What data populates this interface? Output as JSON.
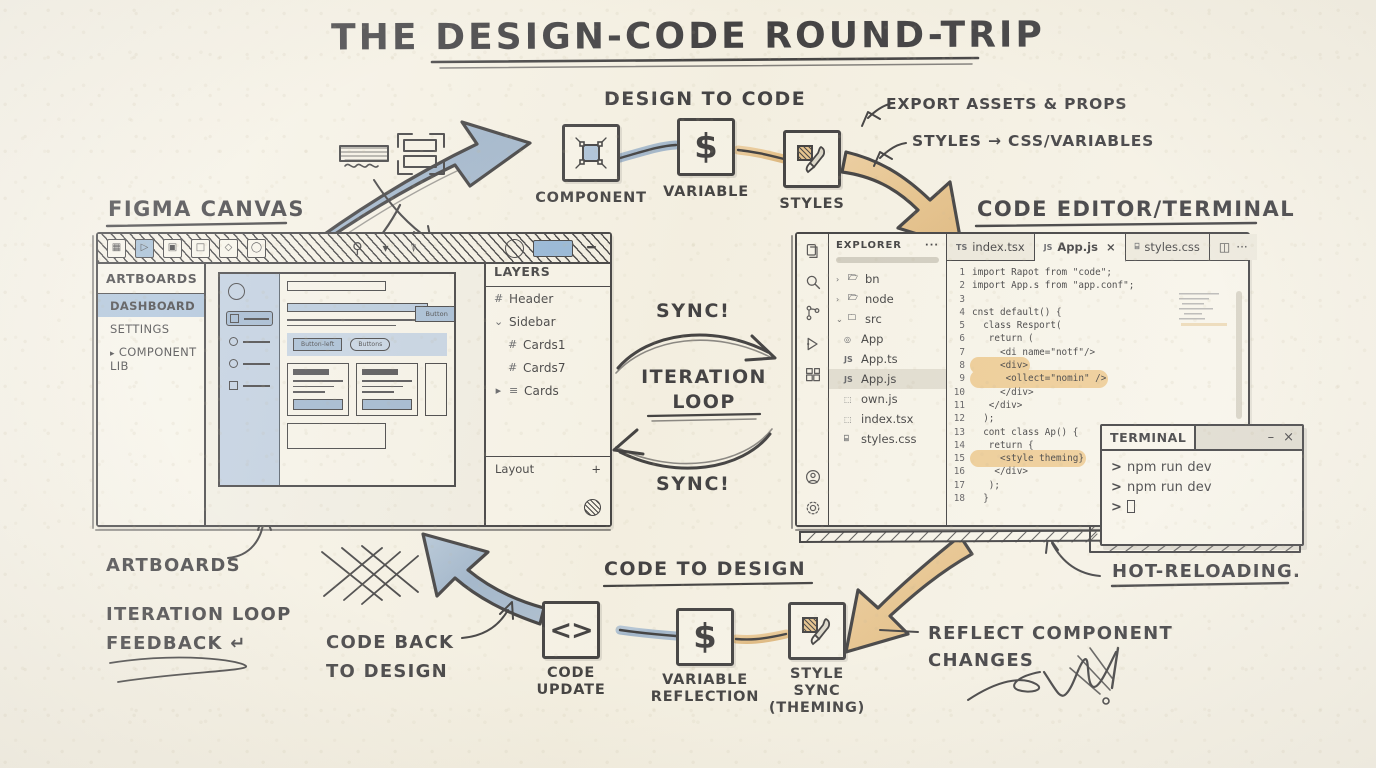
{
  "title": "THE DESIGN-CODE ROUND-TRIP",
  "headings": {
    "figma": "FIGMA CANVAS",
    "editor": "CODE EDITOR/TERMINAL"
  },
  "flow": {
    "top_label": "DESIGN TO CODE",
    "bottom_label": "CODE TO DESIGN",
    "sync_top": "SYNC!",
    "sync_bottom": "SYNC!",
    "center": "ITERATION\nLOOP"
  },
  "nodes": {
    "top": [
      {
        "name": "component",
        "icon": "component-frame-icon",
        "label": "COMPONENT"
      },
      {
        "name": "variable",
        "icon": "dollar-sign-icon",
        "glyph": "$",
        "label": "VARIABLE"
      },
      {
        "name": "styles",
        "icon": "paint-brush-icon",
        "label": "STYLES"
      }
    ],
    "bottom": [
      {
        "name": "code-update",
        "icon": "code-chevrons-icon",
        "glyph": "<>",
        "label": "CODE\nUPDATE"
      },
      {
        "name": "variable-reflection",
        "icon": "dollar-sign-icon",
        "glyph": "$",
        "label": "VARIABLE\nREFLECTION"
      },
      {
        "name": "style-sync",
        "icon": "paint-brush-icon",
        "label": "STYLE\nSYNC\n(THEMING)"
      }
    ]
  },
  "annotations": {
    "export_assets": "EXPORT ASSETS & PROPS",
    "styles_css": "STYLES → CSS/VARIABLES",
    "artboards": "ARTBOARDS",
    "iteration_feedback": "ITERATION LOOP\nFEEDBACK ↵",
    "code_back": "CODE BACK\nTO DESIGN",
    "hot_reloading": "HOT-RELOADING.",
    "reflect_changes": "REFLECT COMPONENT\nCHANGES"
  },
  "figma": {
    "toolbar": {
      "icons": [
        "frame-tool-icon",
        "cursor-tool-icon",
        "scale-tool-icon",
        "rectangle-tool-icon",
        "pen-tool-icon",
        "shape-tool-icon",
        "search-icon",
        "chevron-down-icon",
        "hand-tool-icon",
        "avatar-icon",
        "color-swatch",
        "minus-icon"
      ]
    },
    "artboards_panel": {
      "title": "ARTBOARDS",
      "items": [
        {
          "label": "DASHBOARD",
          "active": true
        },
        {
          "label": "SETTINGS",
          "active": false
        },
        {
          "label": "COMPONENT LIB",
          "active": false,
          "collapsed": true
        }
      ]
    },
    "layers_panel": {
      "title": "LAYERS",
      "items": [
        {
          "glyph": "#",
          "label": "Header",
          "indent": false
        },
        {
          "glyph": "⌄",
          "label": "Sidebar",
          "indent": false
        },
        {
          "glyph": "#",
          "label": "Cards1",
          "indent": true
        },
        {
          "glyph": "#",
          "label": "Cards7",
          "indent": true
        },
        {
          "glyph": "▸",
          "label": "Cards",
          "indent": false,
          "extra": "≡"
        }
      ],
      "footer_label": "Layout",
      "footer_action": "+"
    },
    "mockup": {
      "button_primary": "Button-left",
      "button_secondary": "Buttons",
      "top_button": "Button"
    }
  },
  "editor": {
    "explorer": {
      "title": "EXPLORER",
      "menu": "···",
      "files": [
        {
          "tw": "›",
          "badge": "",
          "label": "bn",
          "folder": true,
          "depth": 0
        },
        {
          "tw": "›",
          "badge": "",
          "label": "node",
          "folder": true,
          "depth": 0
        },
        {
          "tw": "⌄",
          "badge": "",
          "label": "src",
          "folder": true,
          "depth": 0
        },
        {
          "tw": "",
          "badge": "◎",
          "label": "App",
          "depth": 1
        },
        {
          "tw": "",
          "badge": "JS",
          "label": "App.ts",
          "depth": 1
        },
        {
          "tw": "",
          "badge": "JS",
          "label": "App.js",
          "depth": 1,
          "active": true
        },
        {
          "tw": "",
          "badge": "⬚",
          "label": "own.js",
          "depth": 1
        },
        {
          "tw": "",
          "badge": "⬚",
          "label": "index.tsx",
          "depth": 1
        },
        {
          "tw": "",
          "badge": "⌸",
          "label": "styles.css",
          "depth": 1
        }
      ]
    },
    "tabs": [
      {
        "tag": "TS",
        "label": "index.tsx",
        "active": false,
        "closable": false
      },
      {
        "tag": "JS",
        "label": "App.js",
        "active": true,
        "closable": true,
        "close": "×"
      },
      {
        "tag": "⌸",
        "label": "styles.css",
        "active": false,
        "closable": false
      }
    ],
    "tab_actions": [
      "split-editor-icon",
      "more-actions-icon"
    ],
    "code": [
      {
        "n": "1",
        "text": "import Rapot from \"code\";",
        "hl": false
      },
      {
        "n": "2",
        "text": "import App.s from \"app.conf\";",
        "hl": false
      },
      {
        "n": "3",
        "text": "",
        "hl": false
      },
      {
        "n": "4",
        "text": "cnst default() {",
        "hl": false
      },
      {
        "n": "5",
        "text": "  class Resport(",
        "hl": false
      },
      {
        "n": "6",
        "text": "   return (",
        "hl": false
      },
      {
        "n": "7",
        "text": "     <di name=\"notf\"/>",
        "hl": false
      },
      {
        "n": "8",
        "text": "     <div>",
        "hl": true
      },
      {
        "n": "9",
        "text": "      <ollect=\"nomin\" />",
        "hl": true
      },
      {
        "n": "10",
        "text": "     </div>",
        "hl": false
      },
      {
        "n": "11",
        "text": "   </div>",
        "hl": false
      },
      {
        "n": "12",
        "text": "  );",
        "hl": false
      },
      {
        "n": "13",
        "text": "  cont class Ap() {",
        "hl": false
      },
      {
        "n": "14",
        "text": "   return {",
        "hl": false
      },
      {
        "n": "15",
        "text": "     <style theming}",
        "hl": true
      },
      {
        "n": "16",
        "text": "    </div>",
        "hl": false
      },
      {
        "n": "17",
        "text": "   );",
        "hl": false
      },
      {
        "n": "18",
        "text": "  }",
        "hl": false
      }
    ]
  },
  "terminal": {
    "title": "TERMINAL",
    "minimize": "–",
    "close": "×",
    "lines": [
      {
        "prompt": ">",
        "text": "npm run dev"
      },
      {
        "prompt": ">",
        "text": "npm run dev"
      },
      {
        "prompt": ">",
        "text": "",
        "cursor": true
      }
    ]
  },
  "colors": {
    "paper": "#f5f1e4",
    "ink": "#16161a",
    "blue_arrow": "#8ba6c4",
    "orange_arrow": "#e3b979",
    "highlight": "#ecc484",
    "figma_blue": "#9cb8d6"
  }
}
